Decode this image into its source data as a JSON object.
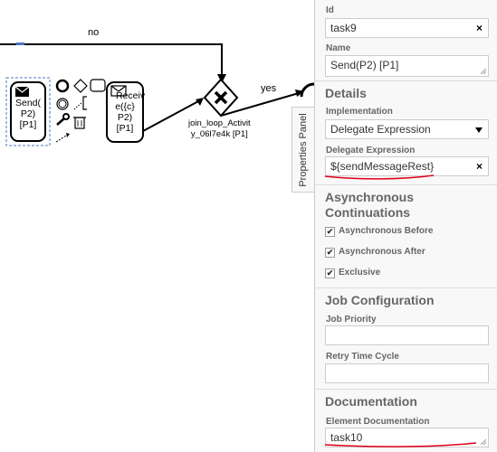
{
  "canvas": {
    "edge_no_label": "no",
    "edge_yes_label": "yes",
    "task_send": [
      "Send(",
      "P2)",
      "[P1]"
    ],
    "task_receive": [
      "Receiv",
      "e({c}",
      "P2)",
      "[P1]"
    ],
    "gateway_label": [
      "join_loop_Activit",
      "y_06l7e4k [P1]"
    ]
  },
  "panel": {
    "tab_label": "Properties Panel",
    "id_label": "Id",
    "id_value": "task9",
    "name_label": "Name",
    "name_value": "Send(P2) [P1]",
    "details_title": "Details",
    "implementation_label": "Implementation",
    "implementation_value": "Delegate Expression",
    "delegate_label": "Delegate Expression",
    "delegate_value": "${sendMessageRest}",
    "async_title_line1": "Asynchronous",
    "async_title_line2": "Continuations",
    "async_before": "Asynchronous Before",
    "async_after": "Asynchronous After",
    "exclusive": "Exclusive",
    "job_title": "Job Configuration",
    "job_priority_label": "Job Priority",
    "job_priority_value": "",
    "retry_label": "Retry Time Cycle",
    "retry_value": "",
    "doc_title": "Documentation",
    "doc_label": "Element Documentation",
    "doc_value": "task10",
    "clear_glyph": "×",
    "check_glyph": "✔"
  }
}
